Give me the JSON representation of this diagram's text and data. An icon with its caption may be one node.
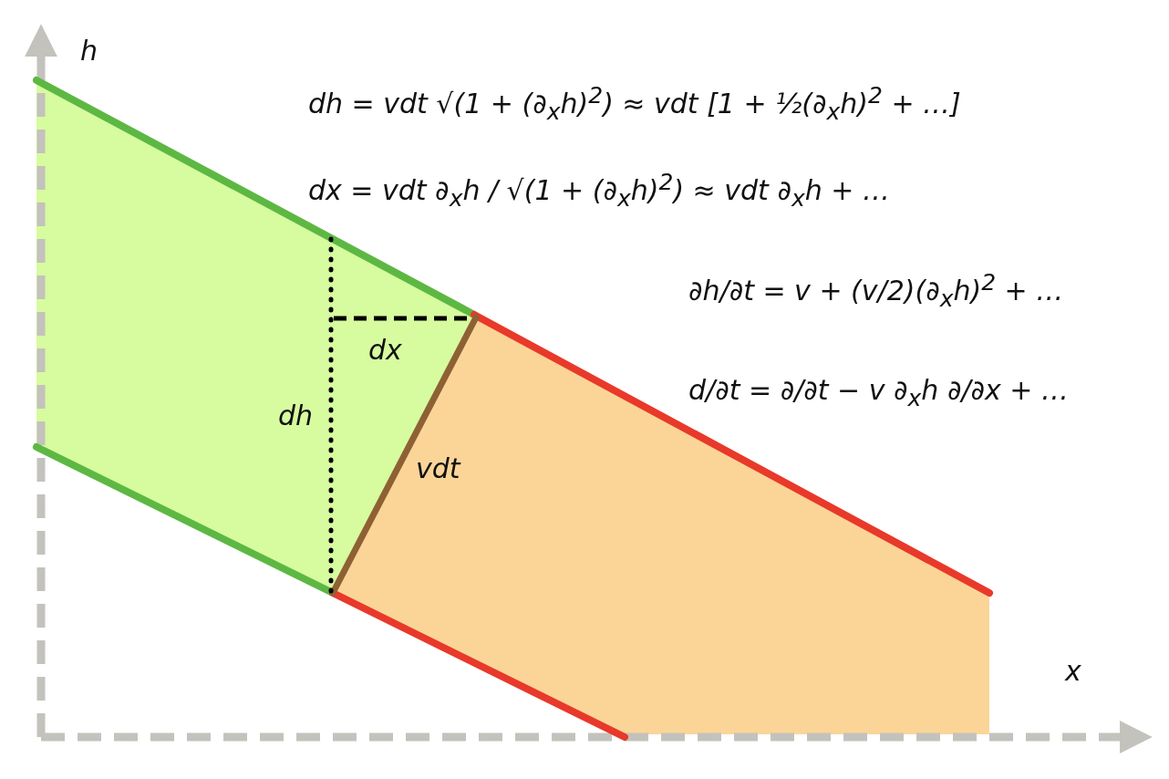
{
  "diagram": {
    "labels": [
      "h",
      "dh = vdt √(1 + (∂$_{x}$h)$^{2}$) ≈ vdt [1 + ½(∂$_{x}$h)$^{2}$ + …]",
      "dx = vdt ∂$_{x}$h / √(1 + (∂$_{x}$h)$^{2}$) ≈ vdt ∂$_{x}$h + …",
      "∂h/∂t = v + (v/2)(∂$_{x}$h)$^{2}$ + …",
      "d/∂t = ∂/∂t − v ∂$_{x}$h ∂/∂x + …",
      "dx",
      "dh",
      "vdt",
      "x"
    ]
  }
}
